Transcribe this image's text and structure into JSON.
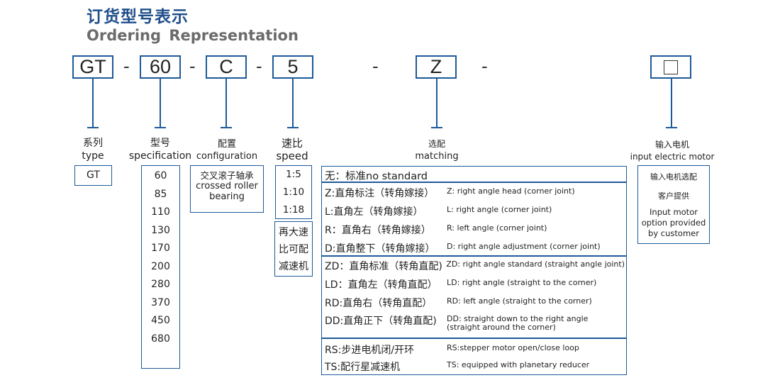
{
  "title_cn": "订货型号表示",
  "title_en": "Ordering Representation",
  "codes": {
    "series": "GT",
    "size": "60",
    "bearing": "C",
    "ratio": "5",
    "matching": "Z"
  },
  "dash": "-",
  "labels": {
    "series": {
      "cn": "系列",
      "en": "type"
    },
    "spec": {
      "cn": "型号",
      "en": "specification"
    },
    "config": {
      "cn": "配置",
      "en": "configuration"
    },
    "speed": {
      "cn": "速比",
      "en": "speed"
    },
    "matching": {
      "cn": "选配",
      "en": "matching"
    },
    "motor": {
      "cn": "输入电机",
      "en": "input electric motor"
    }
  },
  "series_box": "GT",
  "spec_values": [
    "60",
    "85",
    "110",
    "130",
    "170",
    "200",
    "280",
    "370",
    "450",
    "680"
  ],
  "config_box": {
    "cn": "交叉滚子轴承",
    "en1": "crossed roller",
    "en2": "bearing"
  },
  "speed_values": [
    "1:5",
    "1:10",
    "1:18"
  ],
  "speed_note": [
    "再大速",
    "比可配",
    "减速机"
  ],
  "matching_rows": [
    {
      "cn": "无：标准no standard",
      "en": ""
    },
    {
      "cn": "Z:直角标注（转角嫁接）",
      "en": "Z: right angle head (corner joint)"
    },
    {
      "cn": "L:直角左（转角嫁接）",
      "en": "L: right angle (corner joint)"
    },
    {
      "cn": "R：直角右（转角嫁接）",
      "en": "R: left angle (corner joint)"
    },
    {
      "cn": "D:直角整下（转角嫁接）",
      "en": "D: right angle adjustment (corner joint)"
    },
    {
      "cn": "ZD：直角标准（转角直配)",
      "en": "ZD: right angle standard (straight angle joint)"
    },
    {
      "cn": "LD：直角左（转角直配）",
      "en": "LD: right angle (straight to the corner)"
    },
    {
      "cn": "RD:直角右（转角直配）",
      "en": "RD: left angle (straight to the corner)"
    },
    {
      "cn": "DD:直角正下（转角直配)",
      "en": "DD: straight down to the right angle",
      "en2": "(straight around the corner)"
    },
    {
      "cn": "RS:步进电机闭/开环",
      "en": "RS:stepper motor open/close loop"
    },
    {
      "cn": "TS:配行星减速机",
      "en": "TS: equipped with planetary reducer"
    }
  ],
  "motor_box": {
    "cn1": "输入电机选配",
    "cn2": "客户提供",
    "en1": "Input motor",
    "en2": "option provided",
    "en3": "by customer"
  },
  "colors": {
    "title": "#1f4e8a",
    "border": "#1e5a99",
    "subtitle": "#6b6b6b"
  }
}
